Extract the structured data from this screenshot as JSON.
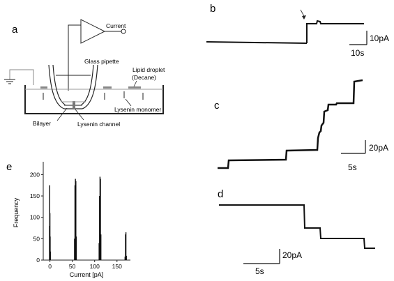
{
  "panel_letters": {
    "a": "a",
    "b": "b",
    "c": "c",
    "d": "d",
    "e": "e"
  },
  "schematic": {
    "current_label": "Current",
    "glass_pipette": "Glass pipette",
    "lipid_droplet_line1": "Lipid droplet",
    "lipid_droplet_line2": "(Decane)",
    "lysenin_monomer": "Lysenin monomer",
    "bilayer": "Bilayer",
    "lysenin_channel": "Lysenin channel"
  },
  "scale_bars": {
    "b": {
      "current": "10pA",
      "time": "10s"
    },
    "c": {
      "current": "20pA",
      "time": "5s"
    },
    "d": {
      "current": "20pA",
      "time": "5s"
    }
  },
  "colors": {
    "trace": "#111111",
    "schematic_gray": "#888888",
    "axis": "#222222"
  },
  "chart_data": {
    "type": "bar",
    "xlabel": "Current [pA]",
    "ylabel": "Frequency",
    "xlim": [
      -15,
      180
    ],
    "ylim": [
      0,
      230
    ],
    "xticks": [
      0,
      50,
      100,
      150
    ],
    "yticks": [
      0,
      50,
      100,
      150,
      200
    ],
    "x": [
      -1,
      -0.5,
      0,
      0.5,
      1,
      55,
      56,
      57,
      58,
      59,
      110,
      111,
      112,
      113,
      114,
      168,
      169,
      170,
      171
    ],
    "values": [
      80,
      175,
      110,
      55,
      20,
      50,
      175,
      190,
      185,
      55,
      40,
      150,
      195,
      190,
      60,
      8,
      60,
      65,
      10
    ]
  }
}
